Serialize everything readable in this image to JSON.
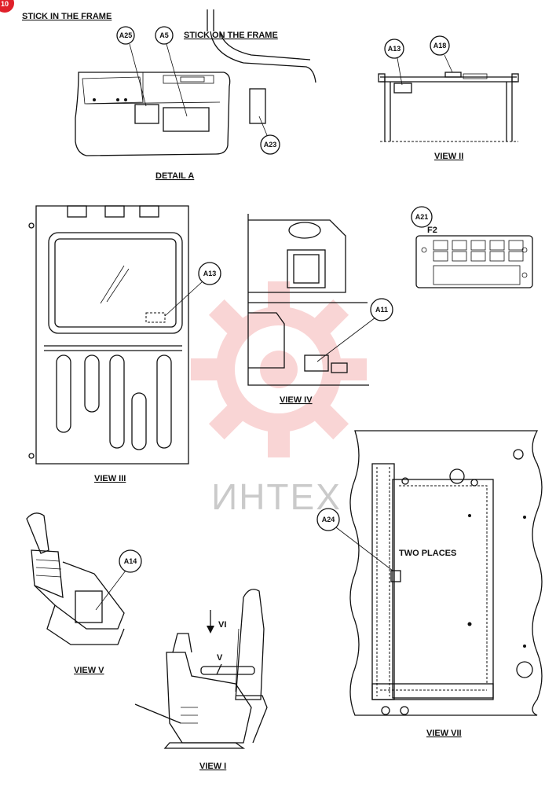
{
  "labels": {
    "stick_in": "STICK IN THE FRAME",
    "stick_on": "STICK ON THE FRAME",
    "detail_a": "DETAIL A",
    "view_ii": "VIEW II",
    "view_iii": "VIEW III",
    "view_iv": "VIEW IV",
    "view_v": "VIEW V",
    "view_i": "VIEW I",
    "view_vii": "VIEW VII",
    "two_places": "TWO PLACES",
    "f2": "F2",
    "arrow_vi": "VI",
    "arrow_v": "V"
  },
  "callouts": {
    "a25": "A25",
    "a5": "A5",
    "a23": "A23",
    "a13_top": "A13",
    "a18": "A18",
    "a13_iii": "A13",
    "a21": "A21",
    "a11": "A11",
    "a14": "A14",
    "a24": "A24"
  },
  "page_badge": "10",
  "watermark": "ИНТЕХ",
  "colors": {
    "watermark": "#f08a8a",
    "badge": "#e0202a",
    "ink": "#111111"
  }
}
